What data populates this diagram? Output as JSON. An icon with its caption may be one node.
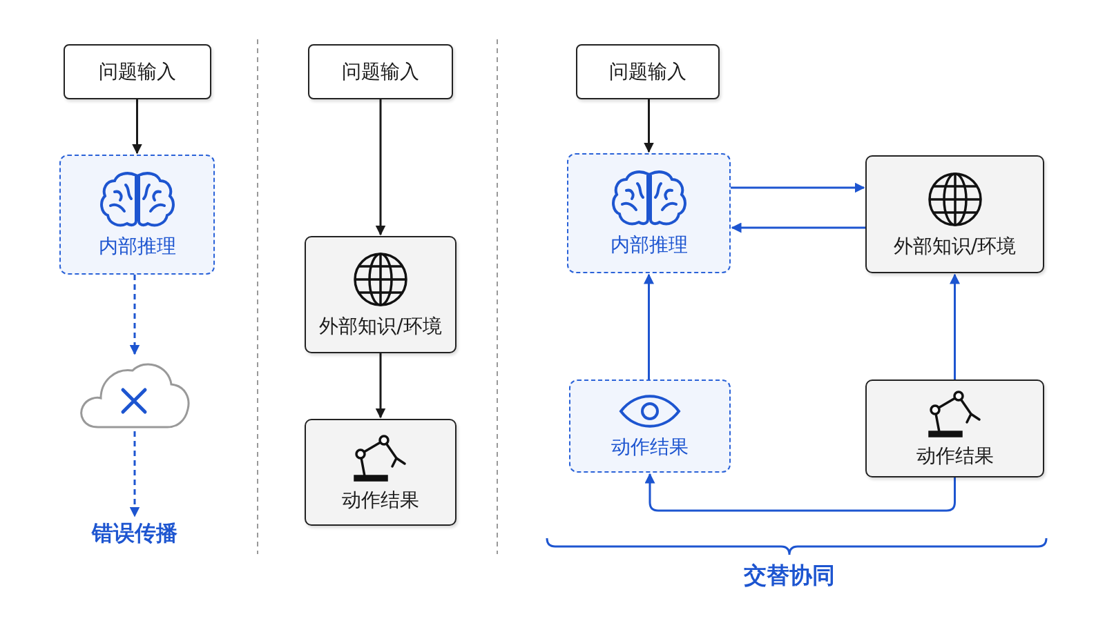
{
  "diagram": {
    "nodes": [
      {
        "text": [
          "问题输入"
        ]
      },
      {
        "text": [
          "内部推理"
        ]
      },
      {
        "text": [],
        "shape": "cloud"
      },
      {
        "text": [
          "错误传播"
        ]
      },
      {
        "text": [
          "问题输入"
        ]
      },
      {
        "text": [
          "外部知识/环境"
        ]
      },
      {
        "text": [
          "动作结果"
        ]
      },
      {
        "text": [
          "问题输入"
        ]
      },
      {
        "text": [
          "内部推理"
        ]
      },
      {
        "text": [
          "外部知识/环境"
        ]
      },
      {
        "text": [
          "动作结果"
        ]
      },
      {
        "text": [
          "动作结果"
        ]
      }
    ],
    "edges": [
      {
        "from": 0,
        "to": 1,
        "arrow": "to",
        "color": "#1a1a1a"
      },
      {
        "from": 1,
        "to": 2,
        "arrow": "to",
        "style": "dashed"
      },
      {
        "from": 2,
        "to": 3,
        "arrow": "to",
        "style": "dashed"
      },
      {
        "from": 4,
        "to": 5,
        "arrow": "to",
        "color": "#1a1a1a"
      },
      {
        "from": 5,
        "to": 6,
        "arrow": "to",
        "color": "#1a1a1a"
      },
      {
        "from": 7,
        "to": 8,
        "arrow": "to",
        "color": "#1a1a1a"
      },
      {
        "from": 8,
        "to": 9,
        "arrow": "to"
      },
      {
        "from": 9,
        "to": 8,
        "arrow": "to"
      },
      {
        "from": 10,
        "to": 8,
        "arrow": "to"
      },
      {
        "from": 11,
        "to": 9,
        "arrow": "to"
      },
      {
        "from": 11,
        "to": 10,
        "arrow": "to"
      }
    ],
    "labels": [
      "交替协同"
    ]
  }
}
